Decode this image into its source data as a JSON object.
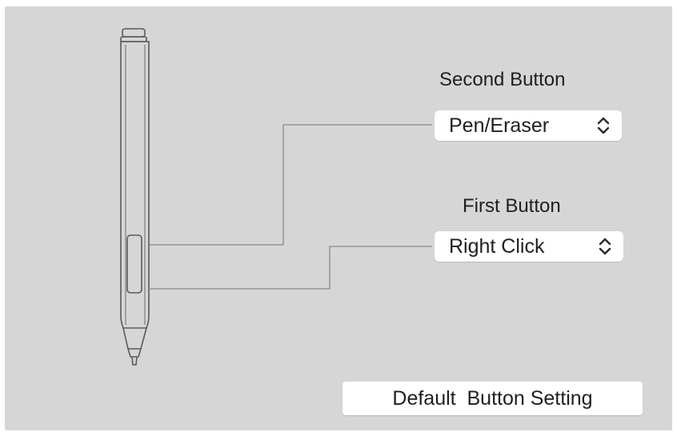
{
  "pen_buttons": {
    "second": {
      "label": "Second Button",
      "selected": "Pen/Eraser",
      "chevron_icon": "up-down-chevron-icon"
    },
    "first": {
      "label": "First Button",
      "selected": "Right Click",
      "chevron_icon": "up-down-chevron-icon"
    }
  },
  "actions": {
    "default_label": "Default  Button Setting"
  },
  "icons": {
    "pen": "stylus-pen-icon"
  },
  "colors": {
    "panel_background": "#d6d6d6",
    "control_background": "#ffffff",
    "line_color": "#8a8a8a",
    "text_color": "#1f1f1f"
  }
}
